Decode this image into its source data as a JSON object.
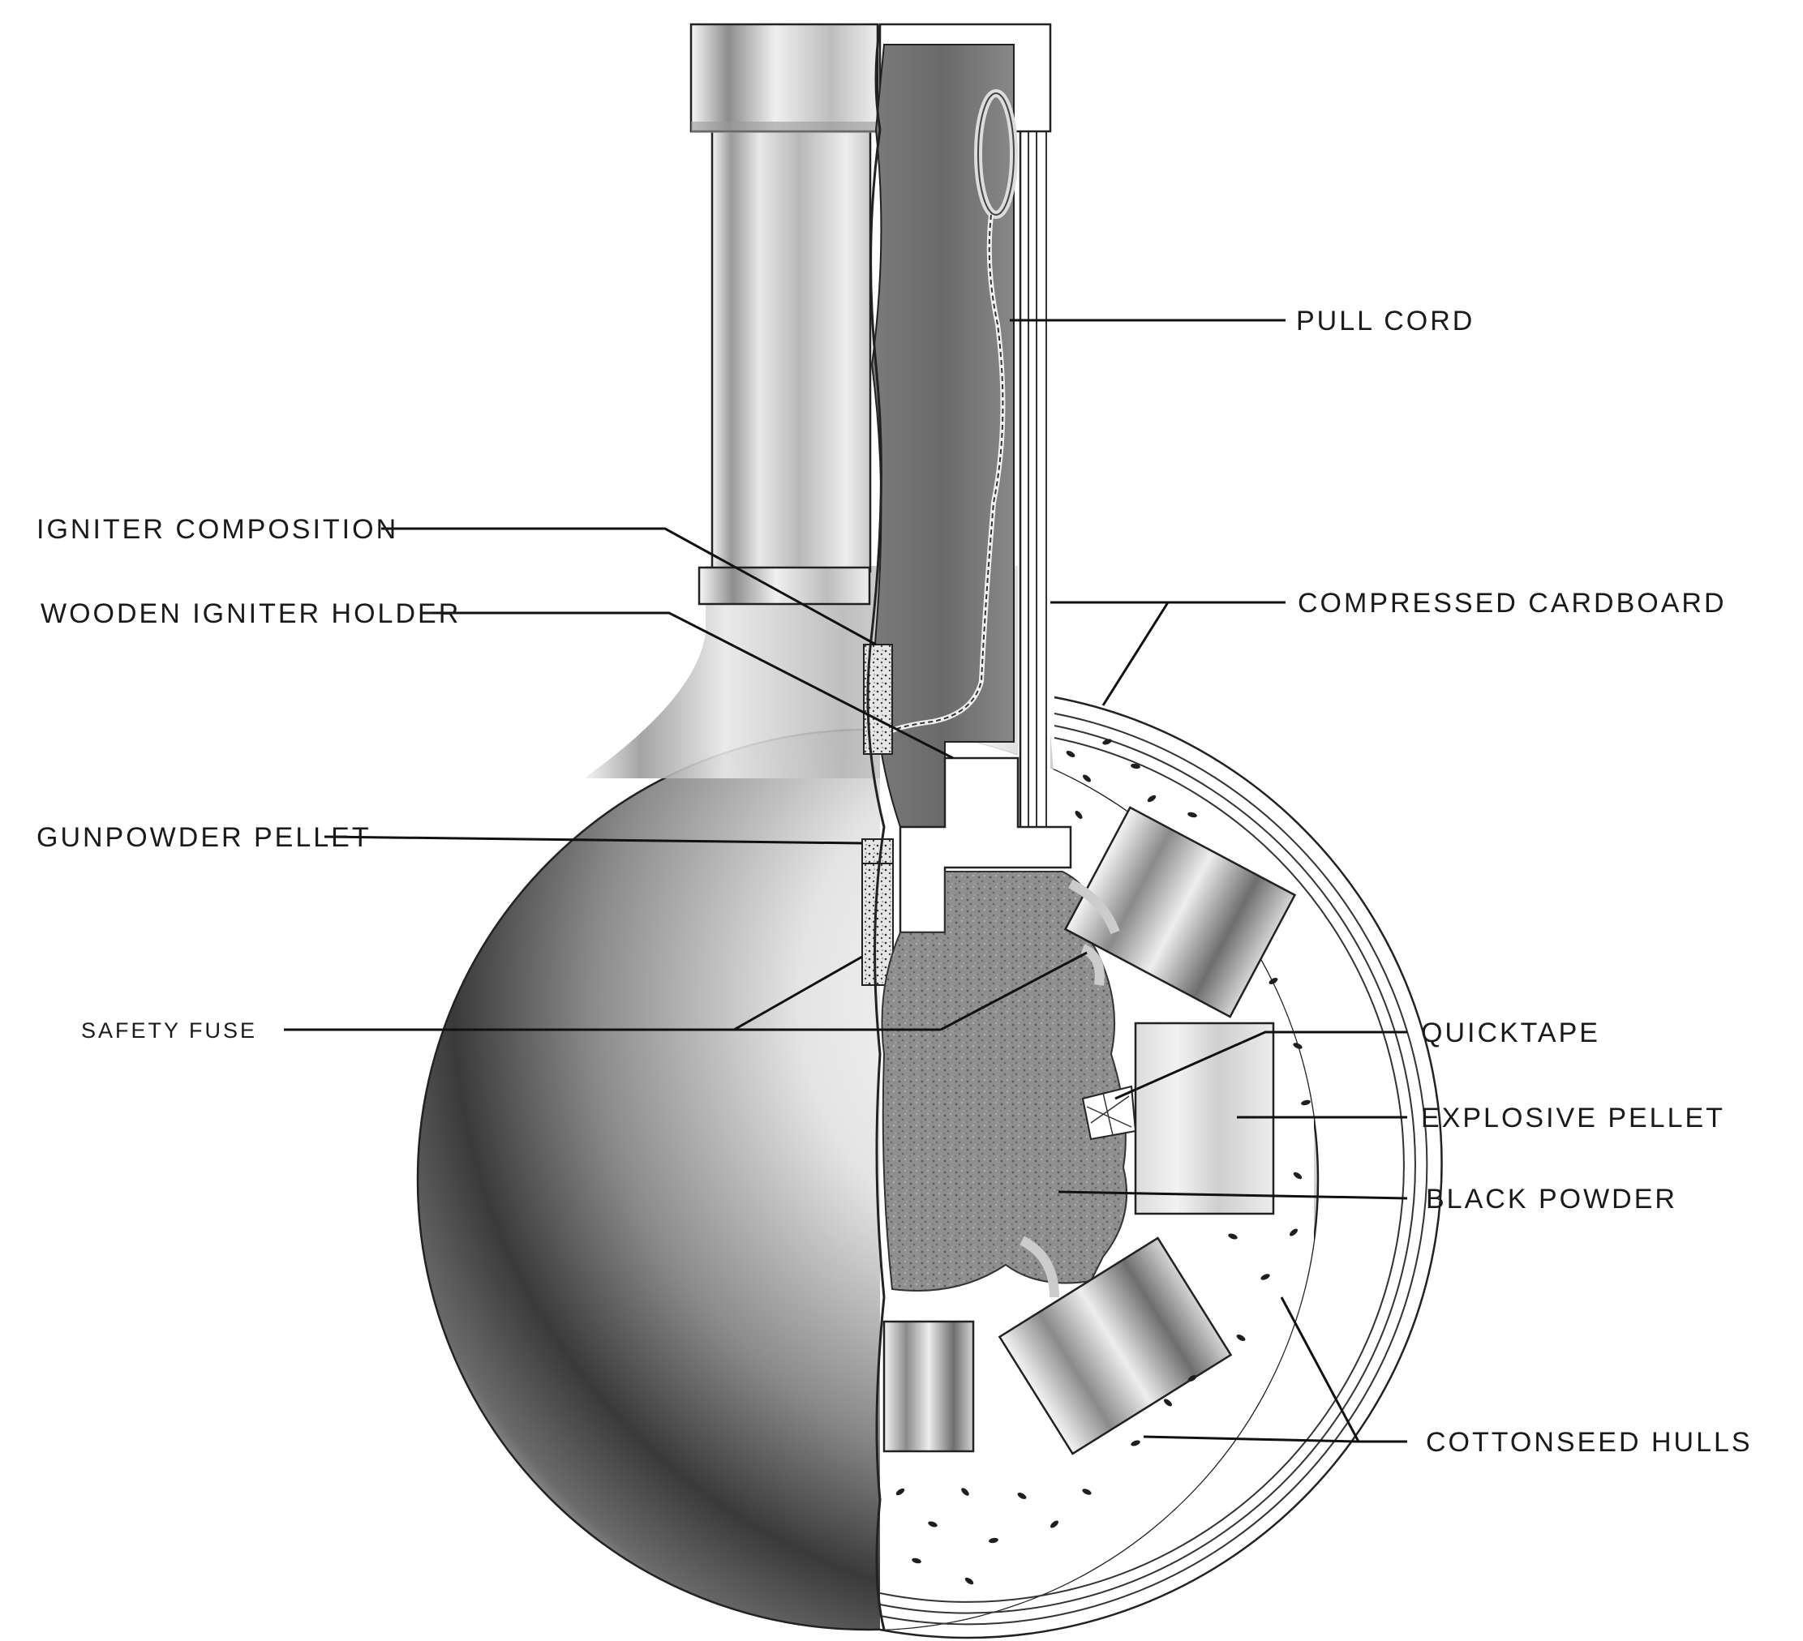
{
  "diagram": {
    "labels": {
      "pull_cord": "PULL CORD",
      "igniter_composition": "IGNITER COMPOSITION",
      "wooden_igniter_holder": "WOODEN IGNITER HOLDER",
      "compressed_cardboard": "COMPRESSED CARDBOARD",
      "gunpowder_pellet": "GUNPOWDER PELLET",
      "safety_fuse": "SAFETY FUSE",
      "quicktape": "QUICKTAPE",
      "explosive_pellet": "EXPLOSIVE PELLET",
      "black_powder": "BLACK POWDER",
      "cottonseed_hulls": "COTTONSEED HULLS"
    }
  }
}
